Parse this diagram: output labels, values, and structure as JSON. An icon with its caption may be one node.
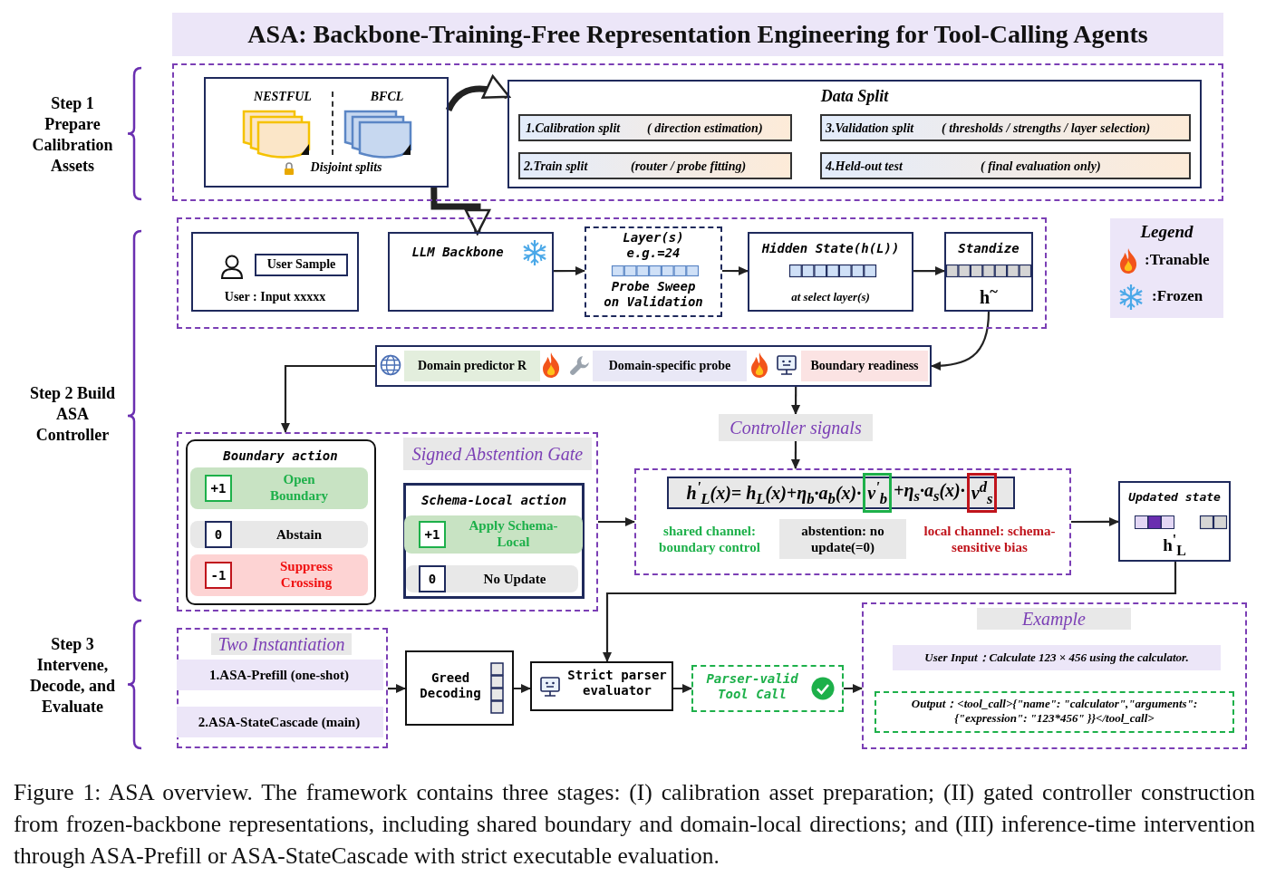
{
  "diagram": {
    "title": "ASA: Backbone-Training-Free Representation Engineering for Tool-Calling Agents",
    "caption": "Figure 1: ASA overview. The framework contains three stages: (I) calibration asset preparation; (II) gated controller construction from frozen-backbone representations, including shared boundary and domain-local directions; and (III) inference-time intervention through ASA-Prefill or ASA-StateCascade with strict executable evaluation.",
    "nodes": [
      {
        "text": [
          "NESTFUL",
          "BFCL",
          "Disjoint splits"
        ]
      },
      {
        "text": [
          "Data Split"
        ]
      },
      {
        "text": [
          "1.Calibration split",
          "( direction estimation)"
        ],
        "in": 1
      },
      {
        "text": [
          "3.Validation split",
          "( thresholds / strengths / layer selection)"
        ],
        "in": 1
      },
      {
        "text": [
          "2.Train split",
          "(router / probe fitting)"
        ],
        "in": 1
      },
      {
        "text": [
          "4.Held-out test",
          "( final evaluation only)"
        ],
        "in": 1
      },
      {
        "text": [
          "User Sample",
          "User : Input xxxxx"
        ]
      },
      {
        "text": [
          "LLM Backbone"
        ]
      },
      {
        "text": [
          "Layer(s) e.g.=24",
          "Probe Sweep on Validation"
        ]
      },
      {
        "text": [
          "Hidden State(h(L))",
          "at select layer(s)"
        ]
      },
      {
        "text": [
          "Standize",
          "h$^{~}$"
        ]
      },
      {
        "text": [
          "Domain predictor R",
          "Domain-specific probe",
          "Boundary readiness"
        ]
      },
      {
        "text": [
          "Controller signals"
        ]
      },
      {
        "text": [
          "Signed Abstention Gate"
        ]
      },
      {
        "text": [
          "Boundary action"
        ],
        "in": 13
      },
      {
        "text": [
          "+1",
          "Open Boundary"
        ],
        "in": 14
      },
      {
        "text": [
          "0",
          "Abstain"
        ],
        "in": 14
      },
      {
        "text": [
          "-1",
          "Suppress Crossing"
        ],
        "in": 14
      },
      {
        "text": [
          "Schema-Local action"
        ],
        "in": 13
      },
      {
        "text": [
          "+1",
          "Apply Schema-Local"
        ],
        "in": 18
      },
      {
        "text": [
          "0",
          "No Update"
        ],
        "in": 18
      },
      {
        "text": [
          "shared channel: boundary control",
          "abstention: no update(=0)",
          "local channel: schema-sensitive bias"
        ]
      },
      {
        "text": [
          "h$^{'}$$_{L}$(x)= h$_{L}$(x)+η$_{b}$·a$_{b}$(x)·",
          "v$^{'}$$_{b}$",
          "+η$_{s}$·a$_{s}$(x)·",
          "v$^{d}$$_{s}$"
        ],
        "in": 21
      },
      {
        "text": [
          "Updated state",
          "h$^{'}$$_{L}$"
        ]
      },
      {
        "text": [
          "Two Instantiation"
        ]
      },
      {
        "text": [
          "1.ASA-Prefill (one-shot)"
        ],
        "in": 24
      },
      {
        "text": [
          "2.ASA-StateCascade (main)"
        ],
        "in": 24
      },
      {
        "text": [
          "Greed Decoding"
        ]
      },
      {
        "text": [
          "Strict parser evaluator"
        ]
      },
      {
        "text": [
          "Parser-valid Tool Call"
        ]
      },
      {
        "text": [
          "Example"
        ]
      },
      {
        "text": [
          "User Input：Calculate 123 × 456 using the calculator."
        ],
        "in": 30
      },
      {
        "text": [
          "Output：<tool_call>{\"name\": \"calculator\",\"arguments\": {\"expression\": \"123*456\" }}</tool_call>"
        ],
        "in": 30
      }
    ],
    "edges": [
      {
        "from": 0,
        "to": 1,
        "arrow": "to",
        "style": "thick"
      },
      {
        "from": 0,
        "to": 7,
        "arrow": "to",
        "style": "thick"
      },
      {
        "from": 7,
        "to": 8,
        "arrow": "to"
      },
      {
        "from": 8,
        "to": 9,
        "arrow": "to"
      },
      {
        "from": 9,
        "to": 10,
        "arrow": "to"
      },
      {
        "from": 10,
        "to": 11,
        "arrow": "to"
      },
      {
        "from": 11,
        "to": 13,
        "arrow": "to"
      },
      {
        "from": 11,
        "to": 12,
        "arrow": "to"
      },
      {
        "from": 12,
        "to": 21,
        "arrow": "to"
      },
      {
        "from": 13,
        "to": 21,
        "arrow": "to"
      },
      {
        "from": 21,
        "to": 23,
        "arrow": "to"
      },
      {
        "from": 23,
        "to": 28,
        "arrow": "to"
      },
      {
        "from": 24,
        "to": 27,
        "arrow": "to"
      },
      {
        "from": 27,
        "to": 28,
        "arrow": "to"
      },
      {
        "from": 28,
        "to": 29,
        "arrow": "to"
      },
      {
        "from": 29,
        "to": 30,
        "arrow": "to"
      }
    ],
    "labels": [
      "Step 1 Prepare Calibration Assets",
      "Step 2 Build ASA Controller",
      "Step 3 Intervene, Decode, and Evaluate",
      "Legend"
    ],
    "legend": [
      {
        "text": ":Tranable"
      },
      {
        "text": ":Frozen"
      }
    ]
  }
}
